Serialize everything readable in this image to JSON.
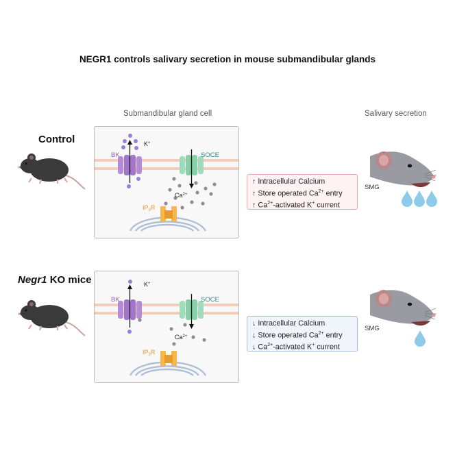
{
  "title": "NEGR1 controls salivary secretion in mouse submandibular glands",
  "headers": {
    "cell": "Submandibular gland cell",
    "secretion": "Salivary secretion"
  },
  "rows": [
    {
      "label": "Control",
      "labels": {
        "bk": "BK",
        "k": "K",
        "k_sup": "+",
        "soce": "SOCE",
        "ca": "Ca",
        "ca_sup": "2+",
        "ip3r_a": "IP",
        "ip3r_sub": "3",
        "ip3r_b": "R"
      },
      "effects": [
        {
          "arrow": "↑",
          "text": "Intracellular Calcium"
        },
        {
          "arrow": "↑",
          "text": "Store operated Ca",
          "sup": "2+",
          "after": " entry"
        },
        {
          "arrow": "↑",
          "text": "Ca",
          "sup": "2+",
          "after": "-activated K",
          "sup2": "+",
          "after2": " current"
        }
      ],
      "smg": "SMG",
      "drops": 3
    },
    {
      "label_italic": "Negr1",
      "label_rest": " KO mice",
      "labels": {
        "bk": "BK",
        "k": "K",
        "k_sup": "+",
        "soce": "SOCE",
        "ca": "Ca",
        "ca_sup": "2+",
        "ip3r_a": "IP",
        "ip3r_sub": "3",
        "ip3r_b": "R"
      },
      "effects": [
        {
          "arrow": "↓",
          "text": "Intracellular Calcium"
        },
        {
          "arrow": "↓",
          "text": "Store operated Ca",
          "sup": "2+",
          "after": " entry"
        },
        {
          "arrow": "↓",
          "text": "Ca",
          "sup": "2+",
          "after": "-activated K",
          "sup2": "+",
          "after2": " current"
        }
      ],
      "smg": "SMG",
      "drops": 1
    }
  ],
  "colors": {
    "bk_channel": "#b48ad9",
    "soce_channel": "#9fdcbc",
    "ip3r": "#f5b74e",
    "membrane": "#f2cdb9",
    "potassium": "#9a7fd8",
    "calcium": "#8e8e8e",
    "er": "#aebfd6",
    "drop": "#8ecbe9",
    "mouse": "#3a3a3a",
    "rat": "#9a9aa2"
  }
}
